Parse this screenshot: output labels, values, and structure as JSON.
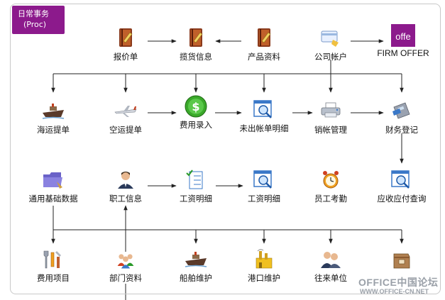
{
  "section": {
    "title": "日常事务",
    "subtitle": "(Proc)"
  },
  "colors": {
    "tab": "#8c1a8c",
    "line": "#222222",
    "frame": "#c8c8c8",
    "firm_offer": "#8c1a8c"
  },
  "nodes": [
    {
      "id": "quote",
      "label": "报价单",
      "icon": "book-icon"
    },
    {
      "id": "cargo-info",
      "label": "揽货信息",
      "icon": "book-icon"
    },
    {
      "id": "product-data",
      "label": "产品资料",
      "icon": "book-icon"
    },
    {
      "id": "company-account",
      "label": "公司帐户",
      "icon": "card-icon"
    },
    {
      "id": "firm-offer",
      "label": "FIRM OFFER",
      "icon": "offer-logo-icon",
      "logo_text": "offe"
    },
    {
      "id": "sea-bill",
      "label": "海运提单",
      "icon": "ship-icon"
    },
    {
      "id": "air-bill",
      "label": "空运提单",
      "icon": "airplane-icon"
    },
    {
      "id": "fee-entry",
      "label": "费用录入",
      "icon": "dollar-icon"
    },
    {
      "id": "unbilled-detail",
      "label": "未出帐单明细",
      "icon": "magnifier-window-icon"
    },
    {
      "id": "write-off",
      "label": "销帐管理",
      "icon": "printer-icon"
    },
    {
      "id": "finance-register",
      "label": "财务登记",
      "icon": "card-reader-icon"
    },
    {
      "id": "basic-data",
      "label": "通用基础数据",
      "icon": "folder-icon"
    },
    {
      "id": "staff-info",
      "label": "职工信息",
      "icon": "person-icon"
    },
    {
      "id": "salary-detail-1",
      "label": "工资明细",
      "icon": "checklist-icon"
    },
    {
      "id": "salary-detail-2",
      "label": "工资明细",
      "icon": "magnifier-window-icon"
    },
    {
      "id": "attendance",
      "label": "员工考勤",
      "icon": "alarm-clock-icon"
    },
    {
      "id": "ar-ap-query",
      "label": "应收应付查询",
      "icon": "magnifier-window-icon"
    },
    {
      "id": "fee-items",
      "label": "费用项目",
      "icon": "tools-icon"
    },
    {
      "id": "department",
      "label": "部门资料",
      "icon": "group-icon"
    },
    {
      "id": "vessel",
      "label": "船舶维护",
      "icon": "ship-icon"
    },
    {
      "id": "port",
      "label": "港口维护",
      "icon": "factory-icon"
    },
    {
      "id": "partners",
      "label": "往来单位",
      "icon": "people-icon"
    },
    {
      "id": "archive",
      "label": "",
      "icon": "archive-box-icon"
    }
  ],
  "watermark": {
    "line1": "OFFICE中国论坛",
    "line2": "WWW.OFFICE-CN.NET"
  }
}
